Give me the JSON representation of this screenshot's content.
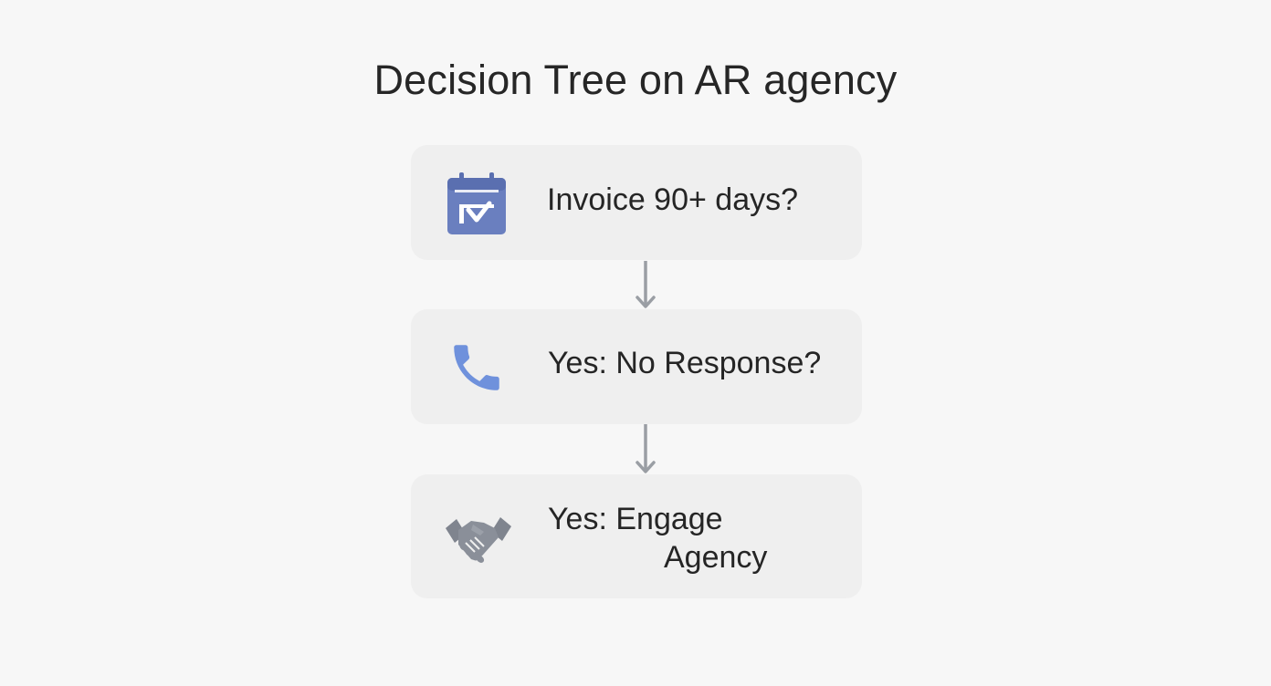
{
  "title": "Decision Tree on AR agency",
  "nodes": [
    {
      "icon": "calendar-check-icon",
      "text": "Invoice 90+ days?"
    },
    {
      "icon": "phone-icon",
      "text": "Yes:  No Response?"
    },
    {
      "icon": "handshake-icon",
      "text_line_1": "Yes:  Engage",
      "text_line_2": "Agency"
    }
  ],
  "colors": {
    "background": "#f7f7f7",
    "node_fill": "#efefef",
    "calendar_icon": "#6a7fbf",
    "phone_icon": "#6f91dc",
    "handshake_icon": "#8a8f99",
    "connector": "#9a9ea4"
  }
}
